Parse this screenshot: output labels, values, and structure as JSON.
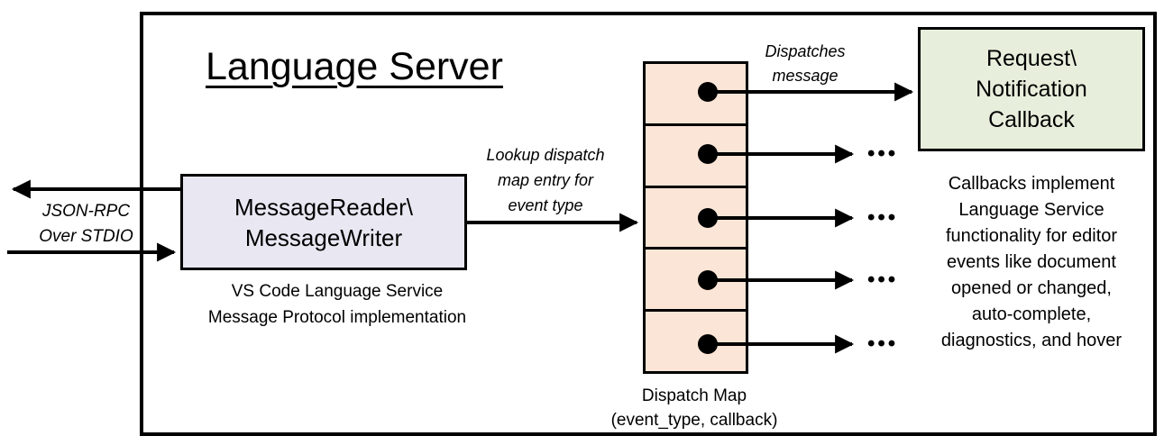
{
  "diagram": {
    "title": "Language Server",
    "left_io": {
      "label_line1": "JSON-RPC",
      "label_line2": "Over STDIO"
    },
    "message_box": {
      "line1": "MessageReader\\",
      "line2": "MessageWriter",
      "caption_line1": "VS Code Language Service",
      "caption_line2": "Message Protocol implementation"
    },
    "lookup_label": {
      "line1": "Lookup dispatch",
      "line2": "map entry for",
      "line3": "event type"
    },
    "dispatch_map": {
      "rows": 5,
      "ellipsis": "•••",
      "caption_line1": "Dispatch Map",
      "caption_line2": "(event_type, callback)"
    },
    "dispatches_label": {
      "line1": "Dispatches",
      "line2": "message"
    },
    "callback_box": {
      "line1": "Request\\",
      "line2": "Notification",
      "line3": "Callback"
    },
    "callbacks_note": {
      "lines": [
        "Callbacks implement",
        "Language Service",
        "functionality for editor",
        "events like document",
        "opened or changed,",
        "auto-complete,",
        "diagnostics, and hover"
      ]
    },
    "colors": {
      "message_box_fill": "#E9E8F2",
      "dispatch_cell_fill": "#FBE5D6",
      "callback_box_fill": "#E7EFDC",
      "line": "#000000"
    }
  }
}
